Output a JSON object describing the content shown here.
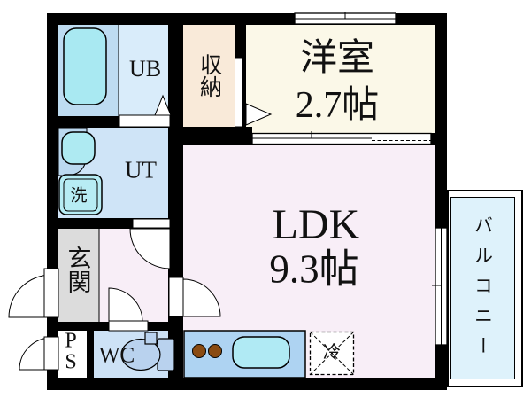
{
  "title": "floor-plan",
  "rooms": {
    "ub": {
      "label": "UB"
    },
    "closet": {
      "label": "収納"
    },
    "western": {
      "label": "洋室",
      "size": "2.7帖"
    },
    "ut": {
      "label": "UT"
    },
    "genkan": {
      "label": "玄関"
    },
    "ldk": {
      "label": "LDK",
      "size": "9.3帖"
    },
    "ps": {
      "label": "PS"
    },
    "wc": {
      "label": "WC"
    },
    "balcony": {
      "label": "バルコニー"
    }
  },
  "fixtures": {
    "washer": {
      "label": "洗"
    },
    "fridge": {
      "label": "冷"
    }
  },
  "colors": {
    "wall": "#000000",
    "ub": "#d9ecfa",
    "tub_area": "#bedcf1",
    "bathtub": "#a9e9f2",
    "closet": "#f9ead9",
    "western": "#fbf8e8",
    "ldk": "#f8eef7",
    "ut": "#cfe4f7",
    "genkan": "#dcdcdc",
    "ps": "#ffffff",
    "wc": "#cde2f6",
    "toilet": "#b9d2ee",
    "kitchen_counter": "#aed3f2",
    "sink": "#b0eaf4",
    "burner": "#8a4b12",
    "balcony": "#def2fb",
    "washbasin_counter": "#bcd9f0",
    "basin": "#aeeaf2",
    "washer": "#b7ecf4"
  }
}
